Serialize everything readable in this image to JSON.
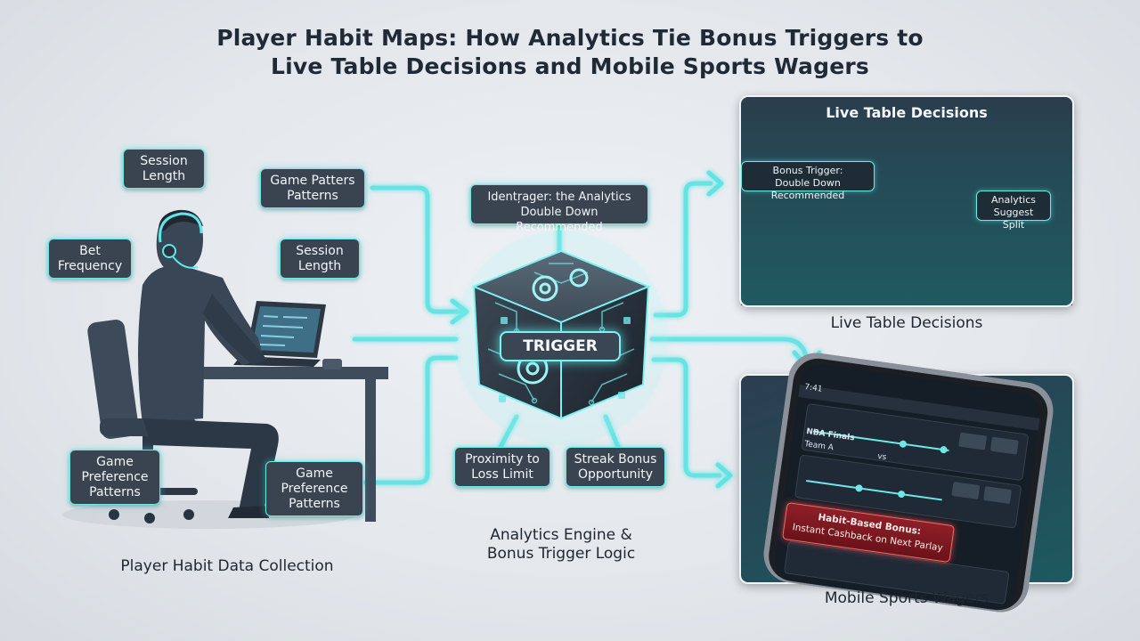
{
  "title": {
    "line1": "Player Habit Maps: How Analytics Tie Bonus Triggers to",
    "line2": "Live Table Decisions and Mobile Sports Wagers"
  },
  "left": {
    "caption": "Player Habit Data Collection",
    "tags": [
      {
        "lines": [
          "Session",
          "Length"
        ]
      },
      {
        "lines": [
          "Game Patters",
          "Patterns"
        ]
      },
      {
        "lines": [
          "Bet",
          "Frequency"
        ]
      },
      {
        "lines": [
          "Session",
          "Length"
        ]
      },
      {
        "lines": [
          "Game",
          "Preference",
          "Patterns"
        ]
      },
      {
        "lines": [
          "Game",
          "Preference",
          "Patterns"
        ]
      }
    ]
  },
  "center": {
    "top_tag": [
      "Identŗager: the Analytics",
      "Double Down Recommended"
    ],
    "cube_label": "TRIGGER",
    "tag_left": [
      "Proximity to",
      "Loss Limit"
    ],
    "tag_right": [
      "Streak Bonus",
      "Opportunity"
    ],
    "caption": [
      "Analytics Engine &",
      "Bonus Trigger Logic"
    ]
  },
  "live": {
    "panel_title": "Live Table Decisions",
    "bonus_tag": [
      "Bonus Trigger:",
      "Double Down Recommended"
    ],
    "analytics_tag": [
      "Analytics",
      "Suggest Split"
    ],
    "caption": "Live Table Decisions"
  },
  "mobile": {
    "caption": "Mobile Sports Wagers",
    "banner": [
      "Habit-Based Bonus:",
      "Instant Cashback on Next Parlay"
    ],
    "league": "NBA Finals",
    "team_a": "Team A",
    "vs": "vs",
    "time": "7:41"
  },
  "colors": {
    "accent_cyan": "#5fe6e6",
    "tag_bg": "#3a4350",
    "banner_red": "#8e1f28"
  }
}
